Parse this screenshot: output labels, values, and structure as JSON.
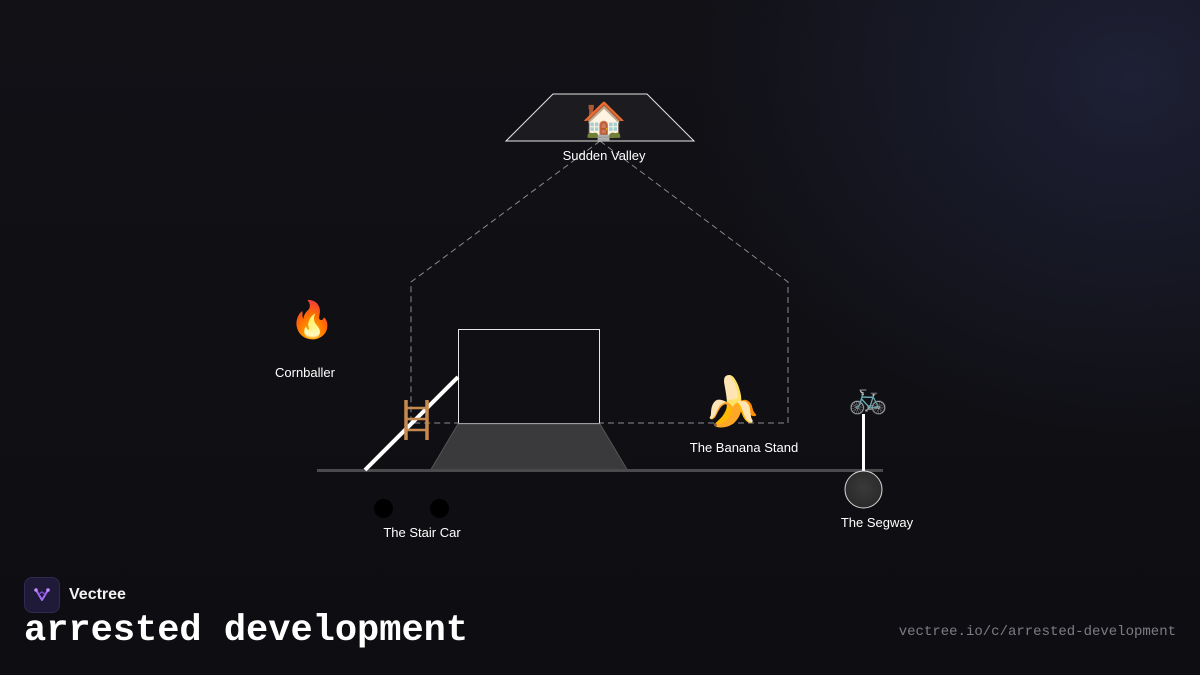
{
  "diagram": {
    "nodes": {
      "sudden_valley": {
        "label": "Sudden Valley",
        "icon": "house-icon",
        "glyph": "🏠"
      },
      "cornballer": {
        "label": "Cornballer",
        "icon": "fire-icon",
        "glyph": "🔥"
      },
      "banana_stand": {
        "label": "The Banana Stand",
        "icon": "banana-icon",
        "glyph": "🍌"
      },
      "segway": {
        "label": "The Segway",
        "icon": "bicycle-icon",
        "glyph": "🚲"
      },
      "stair_car": {
        "label": "The Stair Car",
        "icon": "ladder-icon"
      }
    },
    "colors": {
      "line": "#ffffff",
      "dashed": "#8a8a90",
      "platform": "#3a3a3c",
      "ground": "#4a4a4c"
    }
  },
  "footer": {
    "brand": "Vectree",
    "title": "arrested development",
    "url": "vectree.io/c/arrested-development"
  }
}
